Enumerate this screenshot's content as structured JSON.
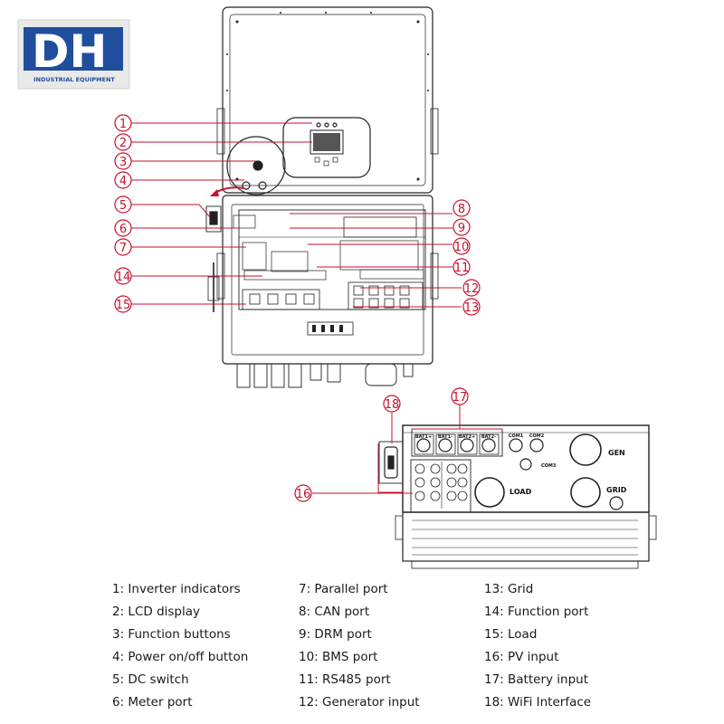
{
  "logo": {
    "letters": "DH",
    "registered": "®",
    "tagline": "INDUSTRIAL EQUIPMENT",
    "bg_color": "#1f4e9c"
  },
  "accent_color": "#c8102e",
  "callouts": [
    "1",
    "2",
    "3",
    "4",
    "5",
    "6",
    "7",
    "8",
    "9",
    "10",
    "11",
    "12",
    "13",
    "14",
    "15",
    "16",
    "17",
    "18"
  ],
  "bottom_view": {
    "battery_ports": [
      "BAT1+",
      "BAT1-",
      "BAT2+",
      "BAT2-"
    ],
    "com_ports": [
      "COM1",
      "COM2"
    ],
    "com3": "COM3",
    "gen": "GEN",
    "grid": "GRID",
    "load": "LOAD"
  },
  "legend": [
    "1: Inverter indicators",
    "2: LCD display",
    "3: Function buttons",
    "4: Power on/off button",
    "5: DC switch",
    "6: Meter port",
    "7: Parallel port",
    "8: CAN port",
    "9: DRM port",
    "10: BMS port",
    "11: RS485 port",
    "12: Generator input",
    "13: Grid",
    "14: Function port",
    "15: Load",
    "16: PV input",
    "17: Battery input",
    "18: WiFi Interface"
  ]
}
